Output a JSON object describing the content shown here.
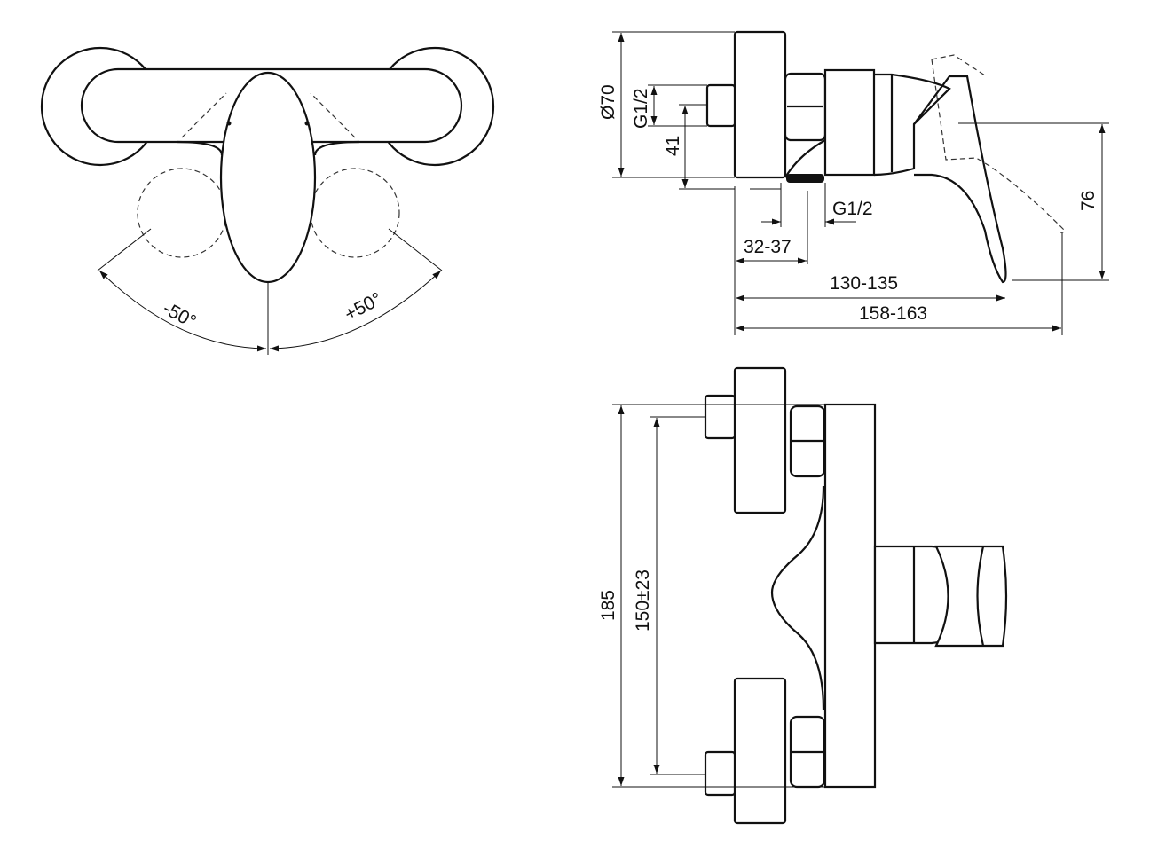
{
  "top_view": {
    "angle_left": "-50°",
    "angle_right": "+50°"
  },
  "side_view": {
    "diameter": "Ø70",
    "thread_inlet": "G1/2",
    "height_41": "41",
    "thread_outlet": "G1/2",
    "height_76": "76",
    "depth_32_37": "32-37",
    "length_130_135": "130-135",
    "length_158_163": "158-163"
  },
  "front_view": {
    "height_185": "185",
    "centers_150": "150±23"
  }
}
